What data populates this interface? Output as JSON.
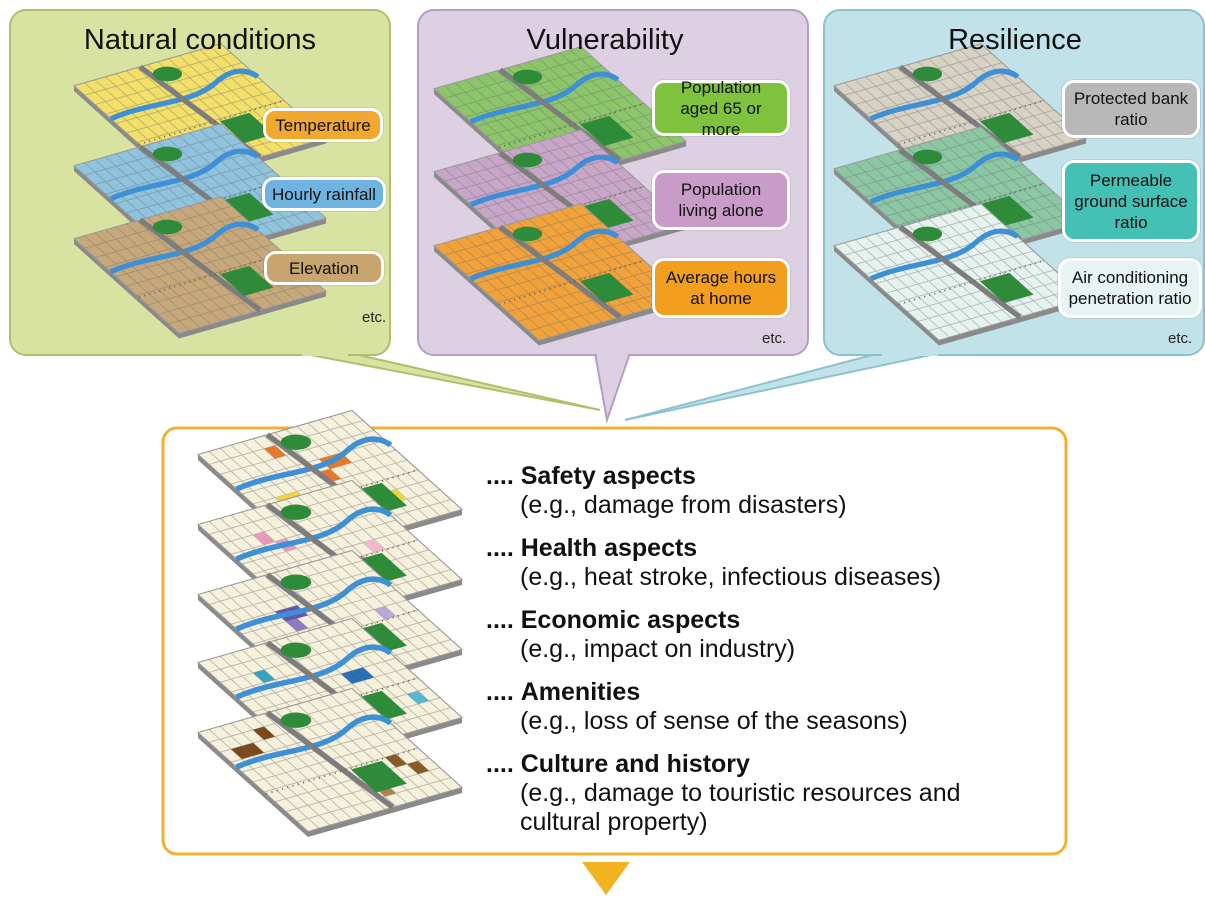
{
  "panels": [
    {
      "title": "Natural conditions",
      "color": "#d9e3a1",
      "border": "#b0bf6d",
      "tags": [
        {
          "text": "Temperature",
          "color": "#f0a830"
        },
        {
          "text": "Hourly rainfall",
          "color": "#6fb4e0"
        },
        {
          "text": "Elevation",
          "color": "#c8a46e"
        }
      ],
      "etc": "etc."
    },
    {
      "title": "Vulnerability",
      "color": "#ddd0e3",
      "border": "#b49fc0",
      "tags": [
        {
          "text": "Population aged 65 or more",
          "color": "#7fc23d"
        },
        {
          "text": "Population living alone",
          "color": "#c99bc8"
        },
        {
          "text": "Average hours at home",
          "color": "#f29f1f"
        }
      ],
      "etc": "etc."
    },
    {
      "title": "Resilience",
      "color": "#c2e2ea",
      "border": "#8cc2d0",
      "tags": [
        {
          "text": "Protected bank ratio",
          "color": "#b8b8b8"
        },
        {
          "text": "Permeable ground surface ratio",
          "color": "#45c0b5"
        },
        {
          "text": "Air conditioning penetration ratio",
          "color": "#e8f4f4"
        }
      ],
      "etc": "etc."
    }
  ],
  "aspects": [
    {
      "dots": "....",
      "name": "Safety aspects",
      "desc": "(e.g., damage from disasters)"
    },
    {
      "dots": "....",
      "name": "Health aspects",
      "desc": "(e.g., heat stroke, infectious diseases)"
    },
    {
      "dots": "....",
      "name": "Economic aspects",
      "desc": "(e.g., impact on industry)"
    },
    {
      "dots": "....",
      "name": "Amenities",
      "desc": "(e.g., loss of sense of the seasons)"
    },
    {
      "dots": "....",
      "name": "Culture and history",
      "desc": "(e.g., damage to touristic resources and cultural property)"
    }
  ],
  "colors": {
    "result_border": "#f0b030",
    "arrow": "#f2b320",
    "map_base": "#f6f1dc",
    "river": "#3d8fd6",
    "park": "#2e8b3a"
  }
}
